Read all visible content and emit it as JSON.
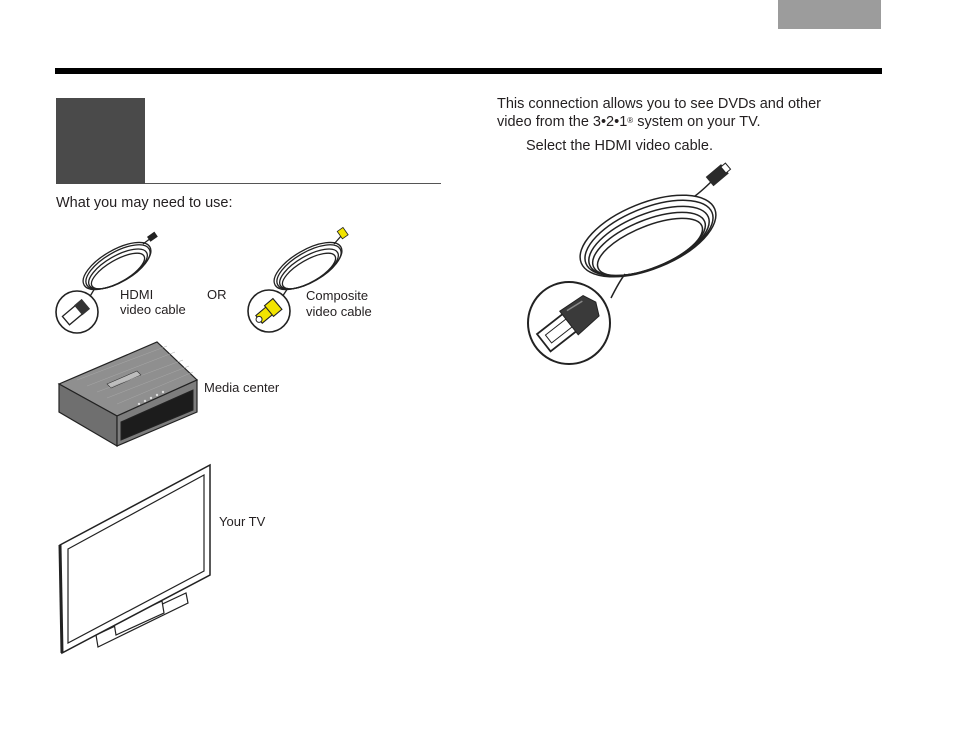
{
  "header": {
    "tab_color": "#9c9c9c",
    "rule_color": "#000000"
  },
  "left": {
    "step_box_color": "#4a4a4a",
    "intro": "What you may need to use:",
    "hdmi_label_line1": "HDMI",
    "hdmi_label_line2": "video cable",
    "or_label": "OR",
    "composite_label_line1": "Composite",
    "composite_label_line2": "video cable",
    "media_center_label": "Media center",
    "tv_label": "Your TV"
  },
  "right": {
    "para_line1": "This connection allows you to see DVDs and other",
    "para_line2_prefix": "video from the 3•2•1",
    "para_line2_reg": "®",
    "para_line2_suffix": " system on your TV.",
    "step_text": "Select the HDMI video cable."
  },
  "colors": {
    "composite_yellow": "#f2e400"
  }
}
